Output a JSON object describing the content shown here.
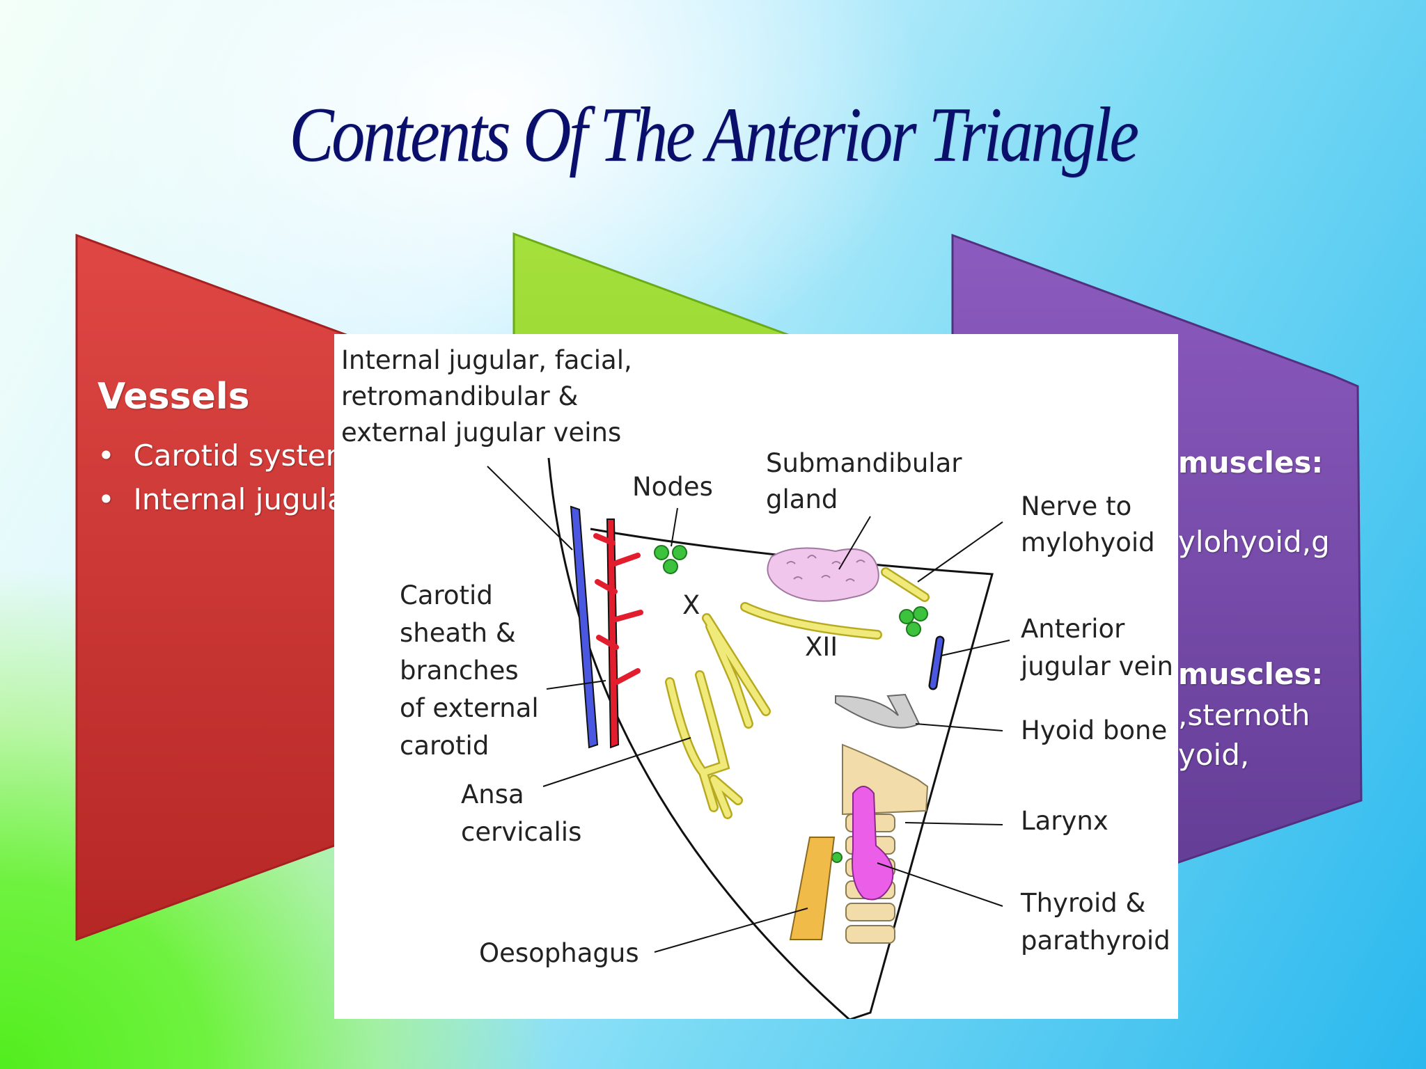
{
  "slide": {
    "title": "Contents Of The Anterior Triangle"
  },
  "panels": {
    "red": {
      "heading": "Vessels",
      "bullets": [
        "Carotid system",
        "Internal jugular"
      ],
      "color": "#c8302e"
    },
    "green": {
      "color": "#8ed52c"
    },
    "purple": {
      "line1": "muscles:",
      "line2": "ylohyoid,g",
      "line3": "muscles:",
      "line4": ",sternoth",
      "line5": "yoid,",
      "color": "#7446a8"
    }
  },
  "diagram": {
    "labels": {
      "veins": [
        "Internal jugular, facial,",
        "retromandibular &",
        "external jugular veins"
      ],
      "nodes": "Nodes",
      "submandibular": [
        "Submandibular",
        "gland"
      ],
      "nerve_mylohyoid": [
        "Nerve to",
        "mylohyoid"
      ],
      "carotid": [
        "Carotid",
        "sheath &",
        "branches",
        "of external",
        "carotid"
      ],
      "x": "X",
      "xii": "XII",
      "anterior_jugular": [
        "Anterior",
        "jugular vein"
      ],
      "hyoid": "Hyoid bone",
      "ansa": [
        "Ansa",
        "cervicalis"
      ],
      "larynx": "Larynx",
      "thyroid": [
        "Thyroid &",
        "parathyroid"
      ],
      "oesophagus": "Oesophagus"
    },
    "colors": {
      "vein": "#4a57e0",
      "artery": "#e21e2e",
      "node": "#3cc23c",
      "nerve": "#f0ea7a",
      "gland": "#f1c6ec",
      "bone": "#cfcfcf",
      "larynx": "#f2dcaa",
      "thyroid": "#ea5ee8",
      "oesophagus": "#f0bb48"
    }
  }
}
